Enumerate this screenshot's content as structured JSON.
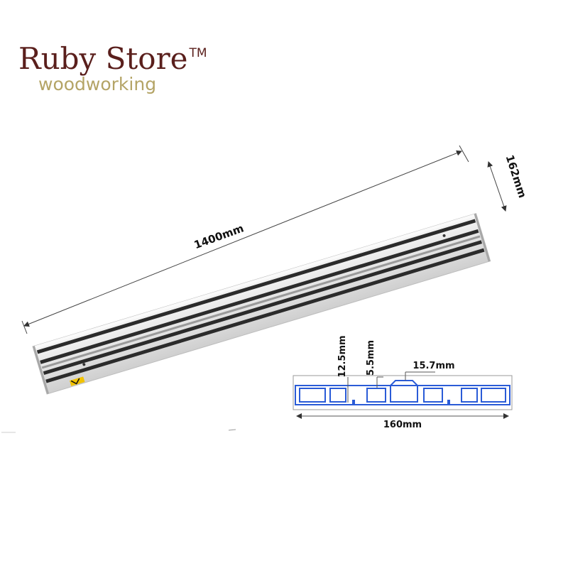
{
  "brand": {
    "name": "Ruby Store",
    "trademark": "TM",
    "tagline": "woodworking"
  },
  "rail": {
    "length_label": "1400mm",
    "width_label": "162mm"
  },
  "profile": {
    "dim_height_a": "12.5mm",
    "dim_height_b": "5.5mm",
    "dim_ridge_width": "15.7mm",
    "dim_total_width": "160mm"
  },
  "colors": {
    "brand_primary": "#5a1f1c",
    "brand_secondary": "#b4a466",
    "profile_outline": "#2a5bd7",
    "rail_aluminum": "#e6e6e6",
    "rail_strip": "#2b2b2b"
  }
}
